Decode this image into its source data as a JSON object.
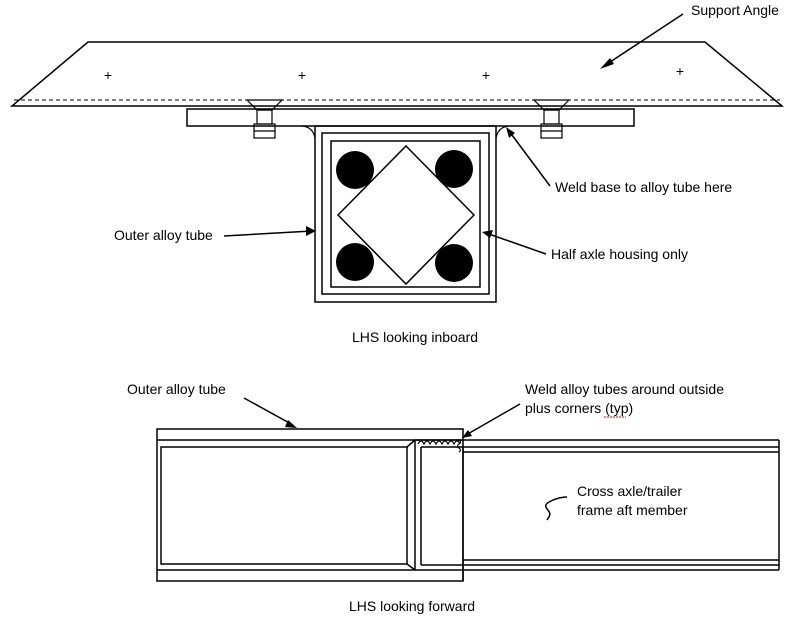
{
  "top_view": {
    "caption": "LHS looking inboard",
    "labels": {
      "support_angle": "Support Angle",
      "weld_base": "Weld base to alloy tube here",
      "outer_tube": "Outer alloy tube",
      "half_axle": "Half axle housing only"
    },
    "mark_glyph": "+"
  },
  "bottom_view": {
    "caption": "LHS looking forward",
    "labels": {
      "outer_tube": "Outer alloy tube",
      "weld_line1": "Weld alloy tubes around outside",
      "weld_line2": "plus corners (typ)",
      "cross_line1": "Cross axle/trailer",
      "cross_line2": "frame aft member"
    }
  },
  "colors": {
    "ink": "#000000",
    "background": "#ffffff",
    "squiggle": "#d00000"
  }
}
